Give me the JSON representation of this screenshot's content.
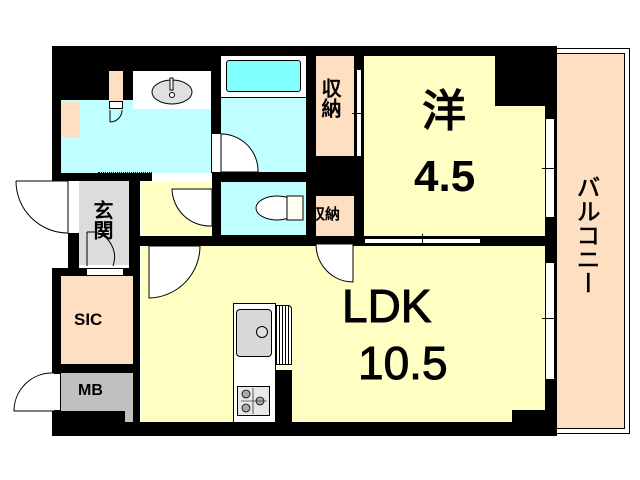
{
  "floor_plan": {
    "rooms": {
      "western_room": {
        "name": "洋",
        "size": "4.5"
      },
      "ldk": {
        "name": "LDK",
        "size": "10.5"
      },
      "storage_upper": {
        "label": "収納"
      },
      "storage_lower": {
        "label": "収納"
      },
      "entrance": {
        "label": "玄関"
      },
      "sic": {
        "label": "SIC"
      },
      "mb": {
        "label": "MB"
      },
      "balcony": {
        "label": "バルコニー"
      }
    },
    "colors": {
      "wet_area": "#bfffff",
      "living": "#ffffc4",
      "storage": "#ffdfc2",
      "entrance": "#dcdcdc",
      "mb": "#c0c0c0",
      "wall": "#000000"
    }
  }
}
